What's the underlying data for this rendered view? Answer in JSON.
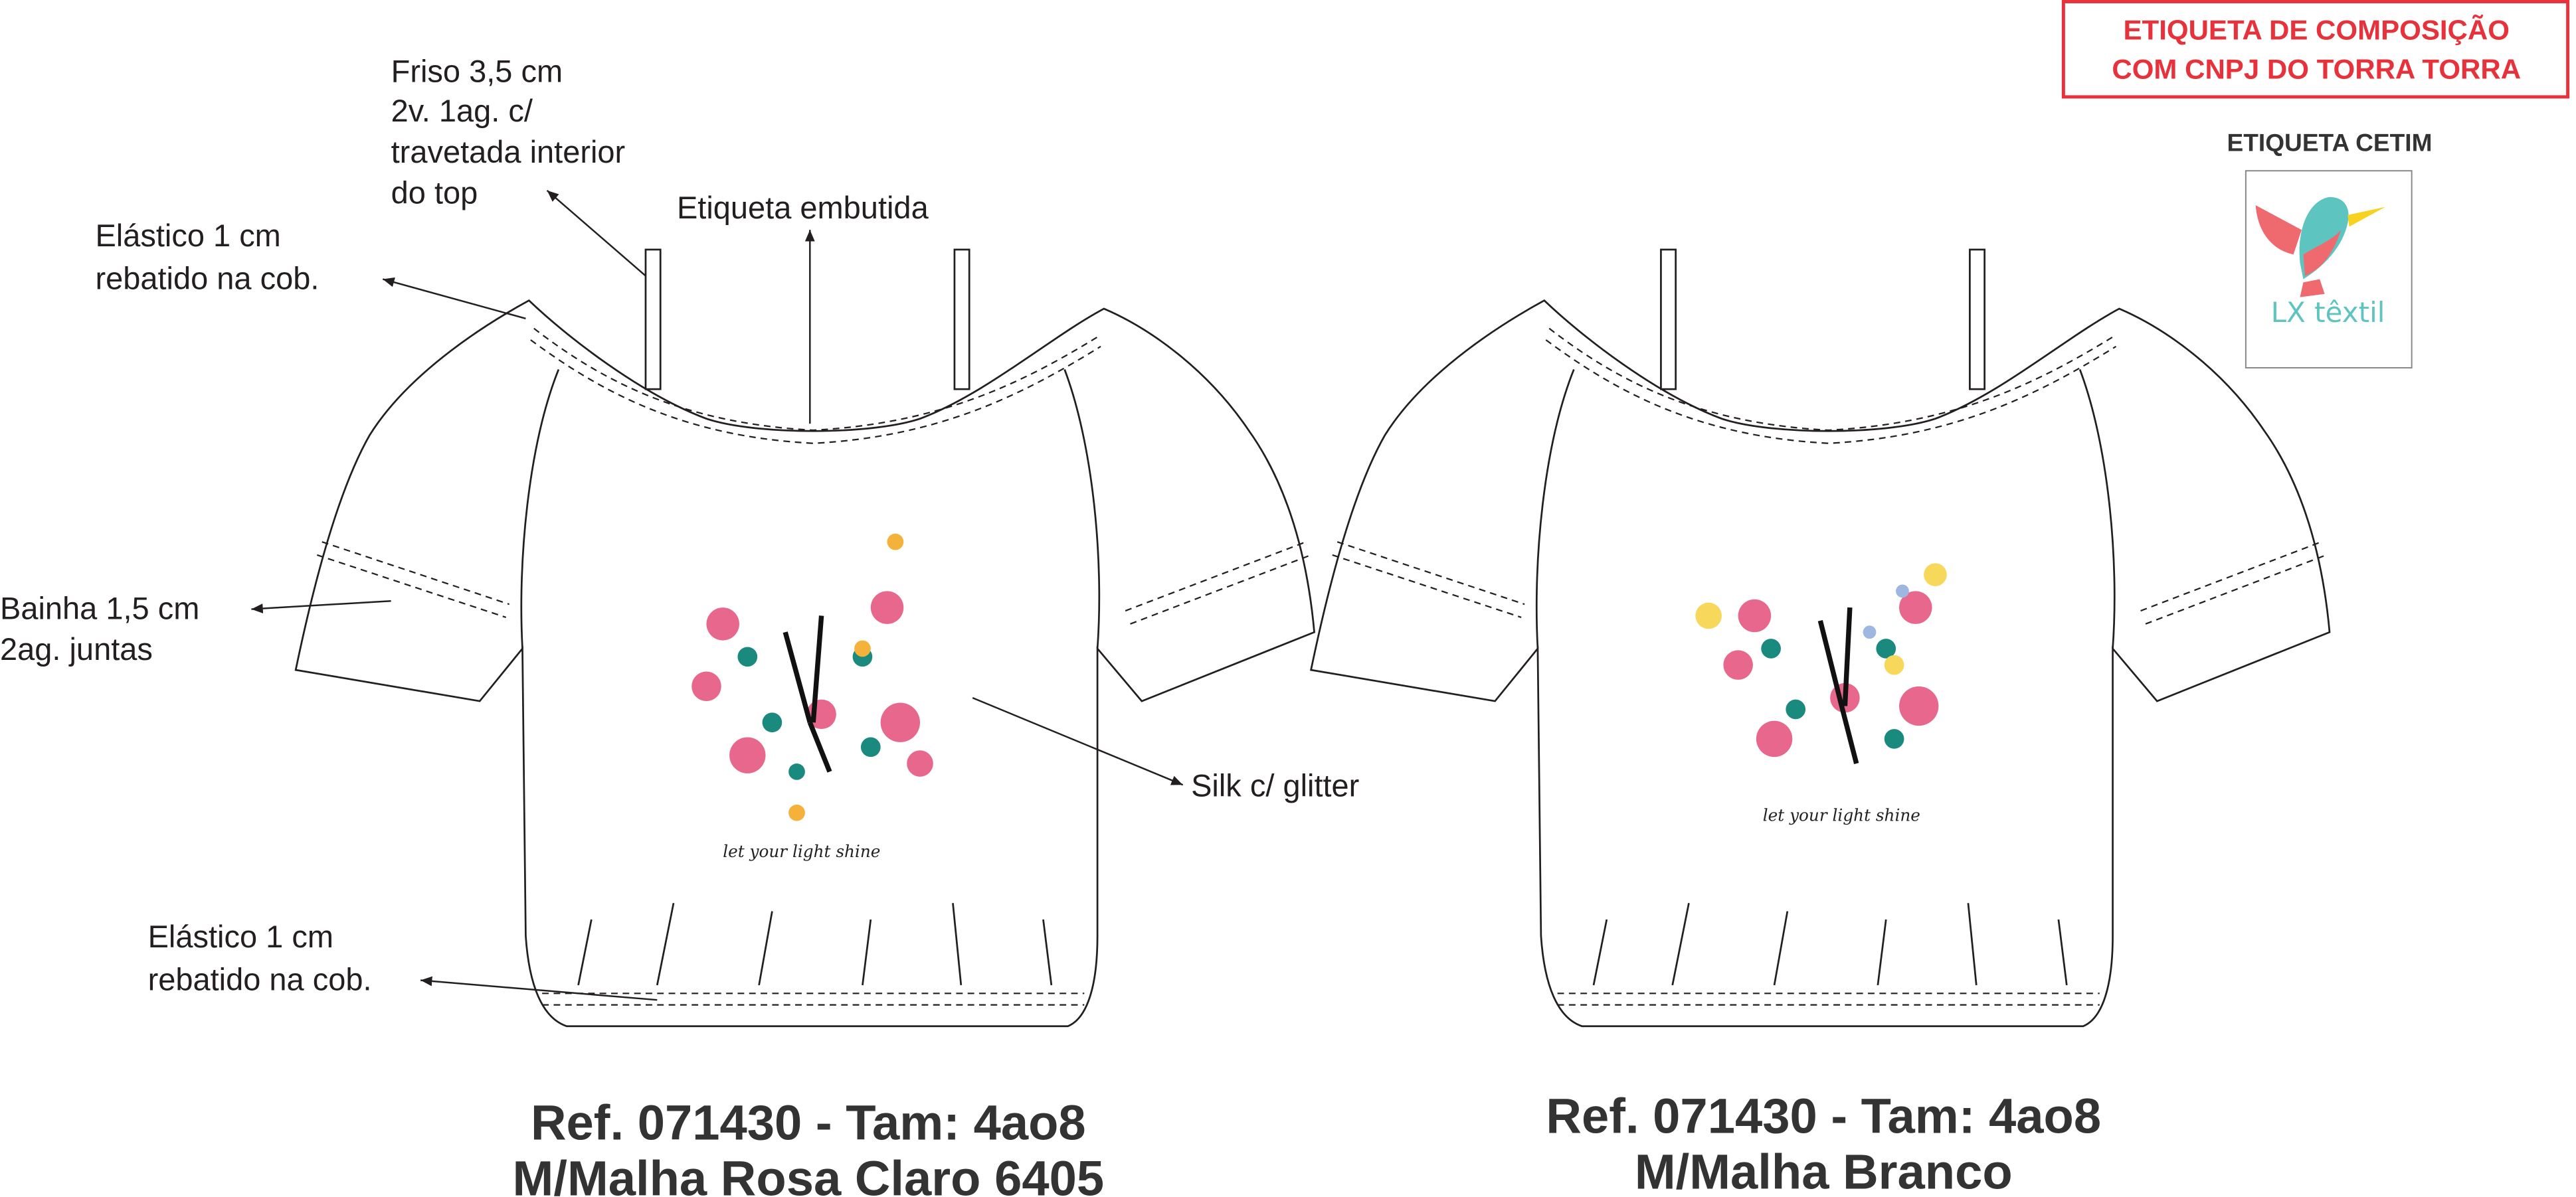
{
  "labels": {
    "friso": [
      "Friso 3,5 cm",
      "2v. 1ag. c/",
      "travetada interior",
      "do top"
    ],
    "elastico_top": [
      "Elástico 1 cm",
      "rebatido na cob."
    ],
    "etiqueta_embutida": "Etiqueta embutida",
    "bainha": [
      "Bainha 1,5 cm",
      "2ag. juntas"
    ],
    "silk": "Silk c/ glitter",
    "elastico_bottom": [
      "Elástico 1 cm",
      "rebatido na cob."
    ]
  },
  "composition_label": [
    "ETIQUETA DE COMPOSIÇÃO",
    "COM CNPJ DO TORRA TORRA"
  ],
  "satin_label": {
    "title": "ETIQUETA CETIM",
    "brand": "LX têxtil"
  },
  "print_text": "let your light shine",
  "variants": [
    {
      "ref": "Ref. 071430 - Tam: 4ao8",
      "fabric": "M/Malha Rosa Claro 6405",
      "color": "#fadbe6"
    },
    {
      "ref": "Ref. 071430 - Tam: 4ao8",
      "fabric": "M/Malha Branco",
      "color": "#ffffff"
    }
  ],
  "colors": {
    "accent_red": "#e8323b",
    "logo_teal": "#5ec4c0",
    "logo_coral": "#ef6a6e",
    "logo_yellow": "#f7d21e"
  }
}
